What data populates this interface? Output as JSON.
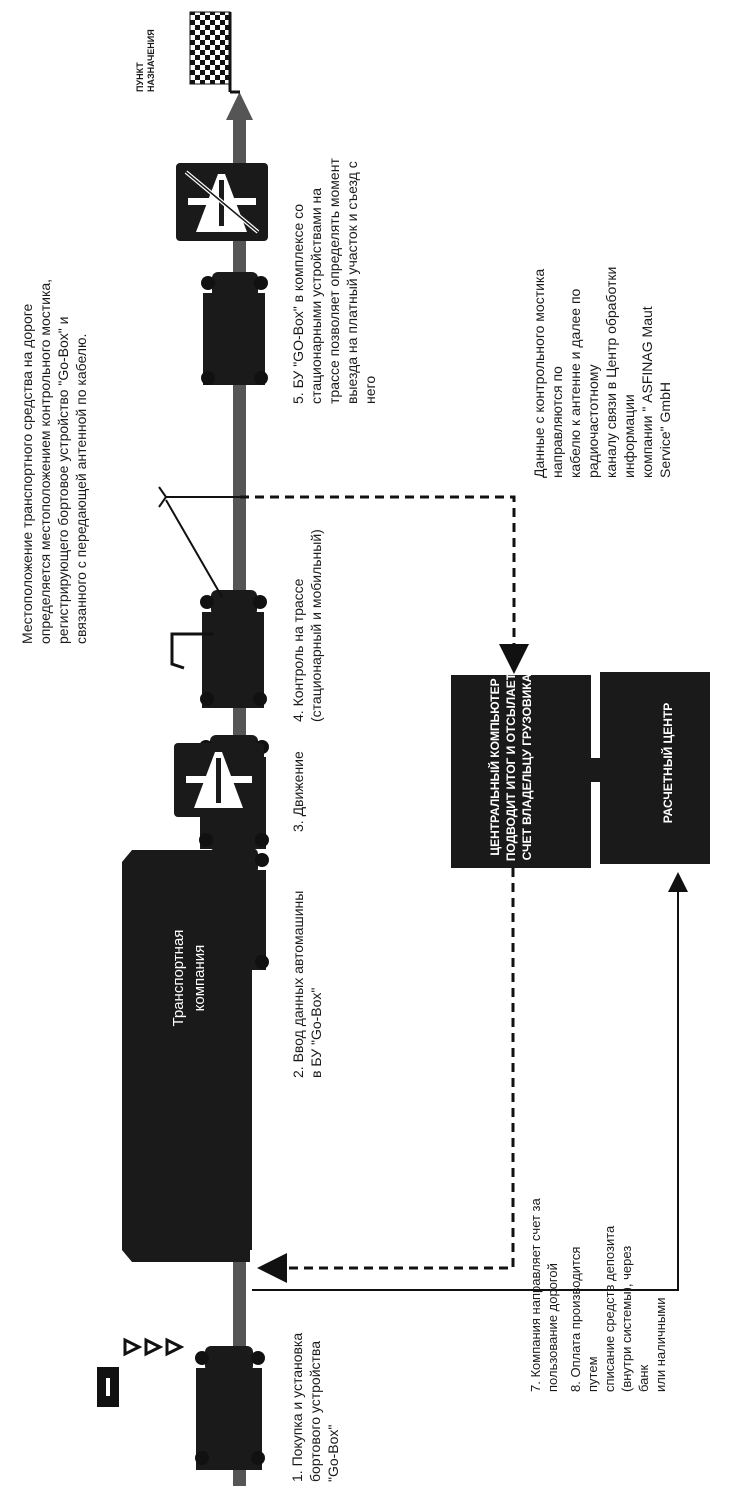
{
  "destination": {
    "label": "ПУНКТ\nНАЗНАЧЕНИЯ"
  },
  "transport_company": {
    "label": "Транспортная\nкомпания"
  },
  "central_computer": {
    "label": "ЦЕНТРАЛЬНЫЙ КОМПЬЮТЕР\nПОДВОДИТ ИТОГ И ОТСЫЛАЕТ\nСЧЕТ ВЛАДЕЛЬЦУ ГРУЗОВИКА"
  },
  "settlement_center": {
    "label": "РАСЧЕТНЫЙ ЦЕНТР"
  },
  "steps": {
    "s1": "1. Покупка и установка\nбортового устройства\n\"Go-Box\"",
    "s2": "2. Ввод данных автомашины\nв БУ \"Go-Box\"",
    "s3": "3. Движение",
    "s4": "4. Контроль на трассе\n(стационарный и мобильный)",
    "s5": "5. БУ \"GO-Box\" в комплексе со\nстационарными устройствами на\nтрассе позволяет определять момент\nвыезда на платный участок и съезд с\nнего",
    "s7": "7. Компания направляет счет за\nпользование дорогой",
    "s8": "8. Оплата производится путем\nсписание средств депозита\n(внутри системы), через банк\nили наличными"
  },
  "notes": {
    "location": "Местоположение транспортного средства на дороге\nопределяется местоположением контрольного мостика,\nрегистрирующего бортовое устройство \"Go-Box\" и\nсвязанного с передающей антенной по кабелю.",
    "bridge_data": "Данные с контрольного мостика направляются по\nкабелю к антенне и далее по радиочастотному\nканалу связи в Центр обработки информации\nкомпании \" ASFINAG Maut Service\" GmbH"
  },
  "icons": [
    "truck-icon",
    "motorway-sign-icon",
    "motorway-end-sign-icon",
    "finish-flag-icon",
    "antenna-icon",
    "signal-icon",
    "go-box-device-icon"
  ]
}
